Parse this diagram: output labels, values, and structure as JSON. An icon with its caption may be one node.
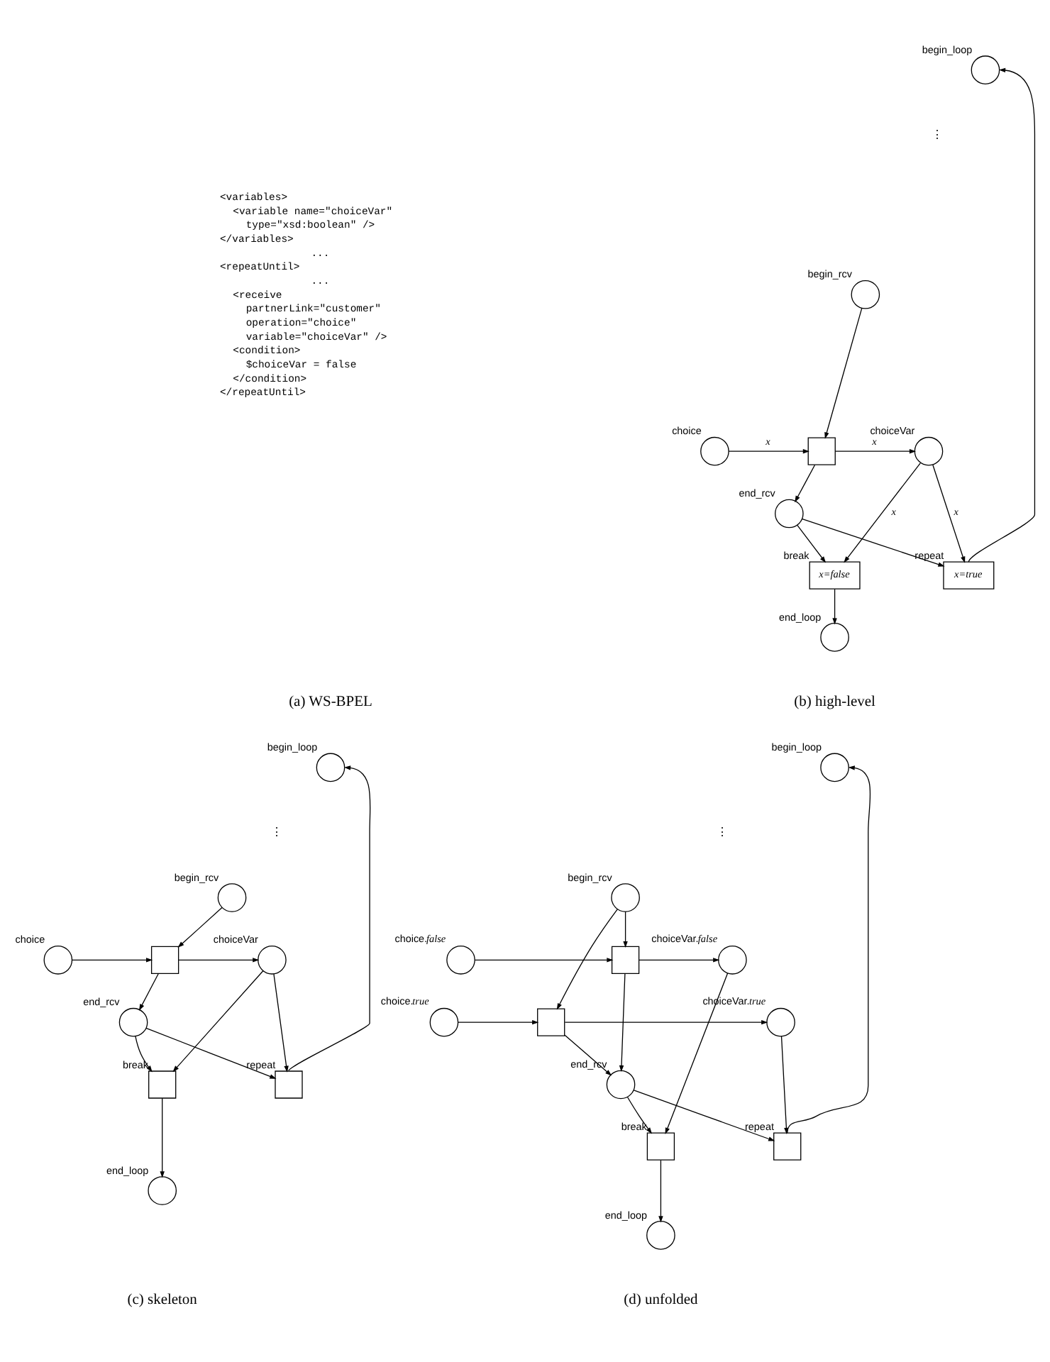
{
  "diagram": {
    "nodes": [
      {
        "text": [],
        "shape": "circle",
        "beside": [
          "begin_loop"
        ]
      },
      {
        "text": [],
        "shape": "circle",
        "beside": [
          "begin_rcv"
        ]
      },
      {
        "text": [],
        "shape": "circle",
        "beside": [
          "choice"
        ]
      },
      {
        "text": [],
        "shape": "box"
      },
      {
        "text": [],
        "shape": "circle",
        "beside": [
          "choiceVar"
        ]
      },
      {
        "text": [],
        "shape": "circle",
        "beside": [
          "end_rcv"
        ]
      },
      {
        "text": [
          "x=false"
        ],
        "beside": [
          "break"
        ]
      },
      {
        "text": [
          "x=true"
        ],
        "beside": [
          "repeat"
        ]
      },
      {
        "text": [],
        "shape": "circle",
        "beside": [
          "end_loop"
        ]
      },
      {
        "text": [],
        "shape": "circle",
        "beside": [
          "begin_loop"
        ]
      },
      {
        "text": [],
        "shape": "circle",
        "beside": [
          "begin_rcv"
        ]
      },
      {
        "text": [],
        "shape": "circle",
        "beside": [
          "choice"
        ]
      },
      {
        "text": [],
        "shape": "box"
      },
      {
        "text": [],
        "shape": "circle",
        "beside": [
          "choiceVar"
        ]
      },
      {
        "text": [],
        "shape": "circle",
        "beside": [
          "end_rcv"
        ]
      },
      {
        "text": [],
        "shape": "box",
        "beside": [
          "break"
        ]
      },
      {
        "text": [],
        "shape": "box",
        "beside": [
          "repeat"
        ]
      },
      {
        "text": [],
        "shape": "circle",
        "beside": [
          "end_loop"
        ]
      },
      {
        "text": [],
        "shape": "circle",
        "beside": [
          "begin_loop"
        ]
      },
      {
        "text": [],
        "shape": "circle",
        "beside": [
          "begin_rcv"
        ]
      },
      {
        "text": [],
        "shape": "circle",
        "beside": [
          "choice.*false*"
        ]
      },
      {
        "text": [],
        "shape": "box"
      },
      {
        "text": [],
        "shape": "circle",
        "beside": [
          "choiceVar.*false*"
        ]
      },
      {
        "text": [],
        "shape": "circle",
        "beside": [
          "choice.*true*"
        ]
      },
      {
        "text": [],
        "shape": "box"
      },
      {
        "text": [],
        "shape": "circle",
        "beside": [
          "choiceVar.*true*"
        ]
      },
      {
        "text": [],
        "shape": "circle",
        "beside": [
          "end_rcv"
        ]
      },
      {
        "text": [],
        "shape": "box",
        "beside": [
          "break"
        ]
      },
      {
        "text": [],
        "shape": "box",
        "beside": [
          "repeat"
        ]
      },
      {
        "text": [],
        "shape": "circle",
        "beside": [
          "end_loop"
        ]
      }
    ],
    "edges": [
      {
        "from": 1,
        "to": 3,
        "arrow": "to"
      },
      {
        "from": 2,
        "to": 3,
        "arrow": "to",
        "label": "x"
      },
      {
        "from": 3,
        "to": 4,
        "arrow": "to",
        "label": "x"
      },
      {
        "from": 3,
        "to": 5,
        "arrow": "to"
      },
      {
        "from": 4,
        "to": 6,
        "arrow": "to",
        "label": "x"
      },
      {
        "from": 4,
        "to": 7,
        "arrow": "to",
        "label": "x"
      },
      {
        "from": 5,
        "to": 6,
        "arrow": "to"
      },
      {
        "from": 5,
        "to": 7,
        "arrow": "to"
      },
      {
        "from": 6,
        "to": 8,
        "arrow": "to"
      },
      {
        "from": 7,
        "to": 0,
        "arrow": "to"
      },
      {
        "from": 10,
        "to": 12,
        "arrow": "to"
      },
      {
        "from": 11,
        "to": 12,
        "arrow": "to"
      },
      {
        "from": 12,
        "to": 13,
        "arrow": "to"
      },
      {
        "from": 12,
        "to": 14,
        "arrow": "to"
      },
      {
        "from": 13,
        "to": 15,
        "arrow": "to"
      },
      {
        "from": 13,
        "to": 16,
        "arrow": "to"
      },
      {
        "from": 14,
        "to": 15,
        "arrow": "to"
      },
      {
        "from": 14,
        "to": 16,
        "arrow": "to"
      },
      {
        "from": 15,
        "to": 17,
        "arrow": "to"
      },
      {
        "from": 16,
        "to": 9,
        "arrow": "to"
      },
      {
        "from": 19,
        "to": 21,
        "arrow": "to"
      },
      {
        "from": 19,
        "to": 24,
        "arrow": "to"
      },
      {
        "from": 20,
        "to": 21,
        "arrow": "to"
      },
      {
        "from": 21,
        "to": 22,
        "arrow": "to"
      },
      {
        "from": 23,
        "to": 24,
        "arrow": "to"
      },
      {
        "from": 24,
        "to": 25,
        "arrow": "to"
      },
      {
        "from": 21,
        "to": 26,
        "arrow": "to"
      },
      {
        "from": 24,
        "to": 26,
        "arrow": "to"
      },
      {
        "from": 22,
        "to": 27,
        "arrow": "to"
      },
      {
        "from": 25,
        "to": 28,
        "arrow": "to"
      },
      {
        "from": 26,
        "to": 27,
        "arrow": "to"
      },
      {
        "from": 26,
        "to": 28,
        "arrow": "to"
      },
      {
        "from": 27,
        "to": 29,
        "arrow": "to"
      },
      {
        "from": 28,
        "to": 18,
        "arrow": "to"
      }
    ],
    "labels": [
      "<variables>",
      "<variable name=\"choiceVar\"",
      "type=\"xsd:boolean\" />",
      "</variables>",
      "...",
      "<repeatUntil>",
      "...",
      "<receive",
      "partnerLink=\"customer\"",
      "operation=\"choice\"",
      "variable=\"choiceVar\" />",
      "<condition>",
      "$choiceVar = false",
      "</condition>",
      "</repeatUntil>",
      "(a) WS-BPEL",
      "⋮",
      "(b) high-level",
      "⋮",
      "(c) skeleton",
      "⋮",
      "(d) unfolded"
    ]
  }
}
